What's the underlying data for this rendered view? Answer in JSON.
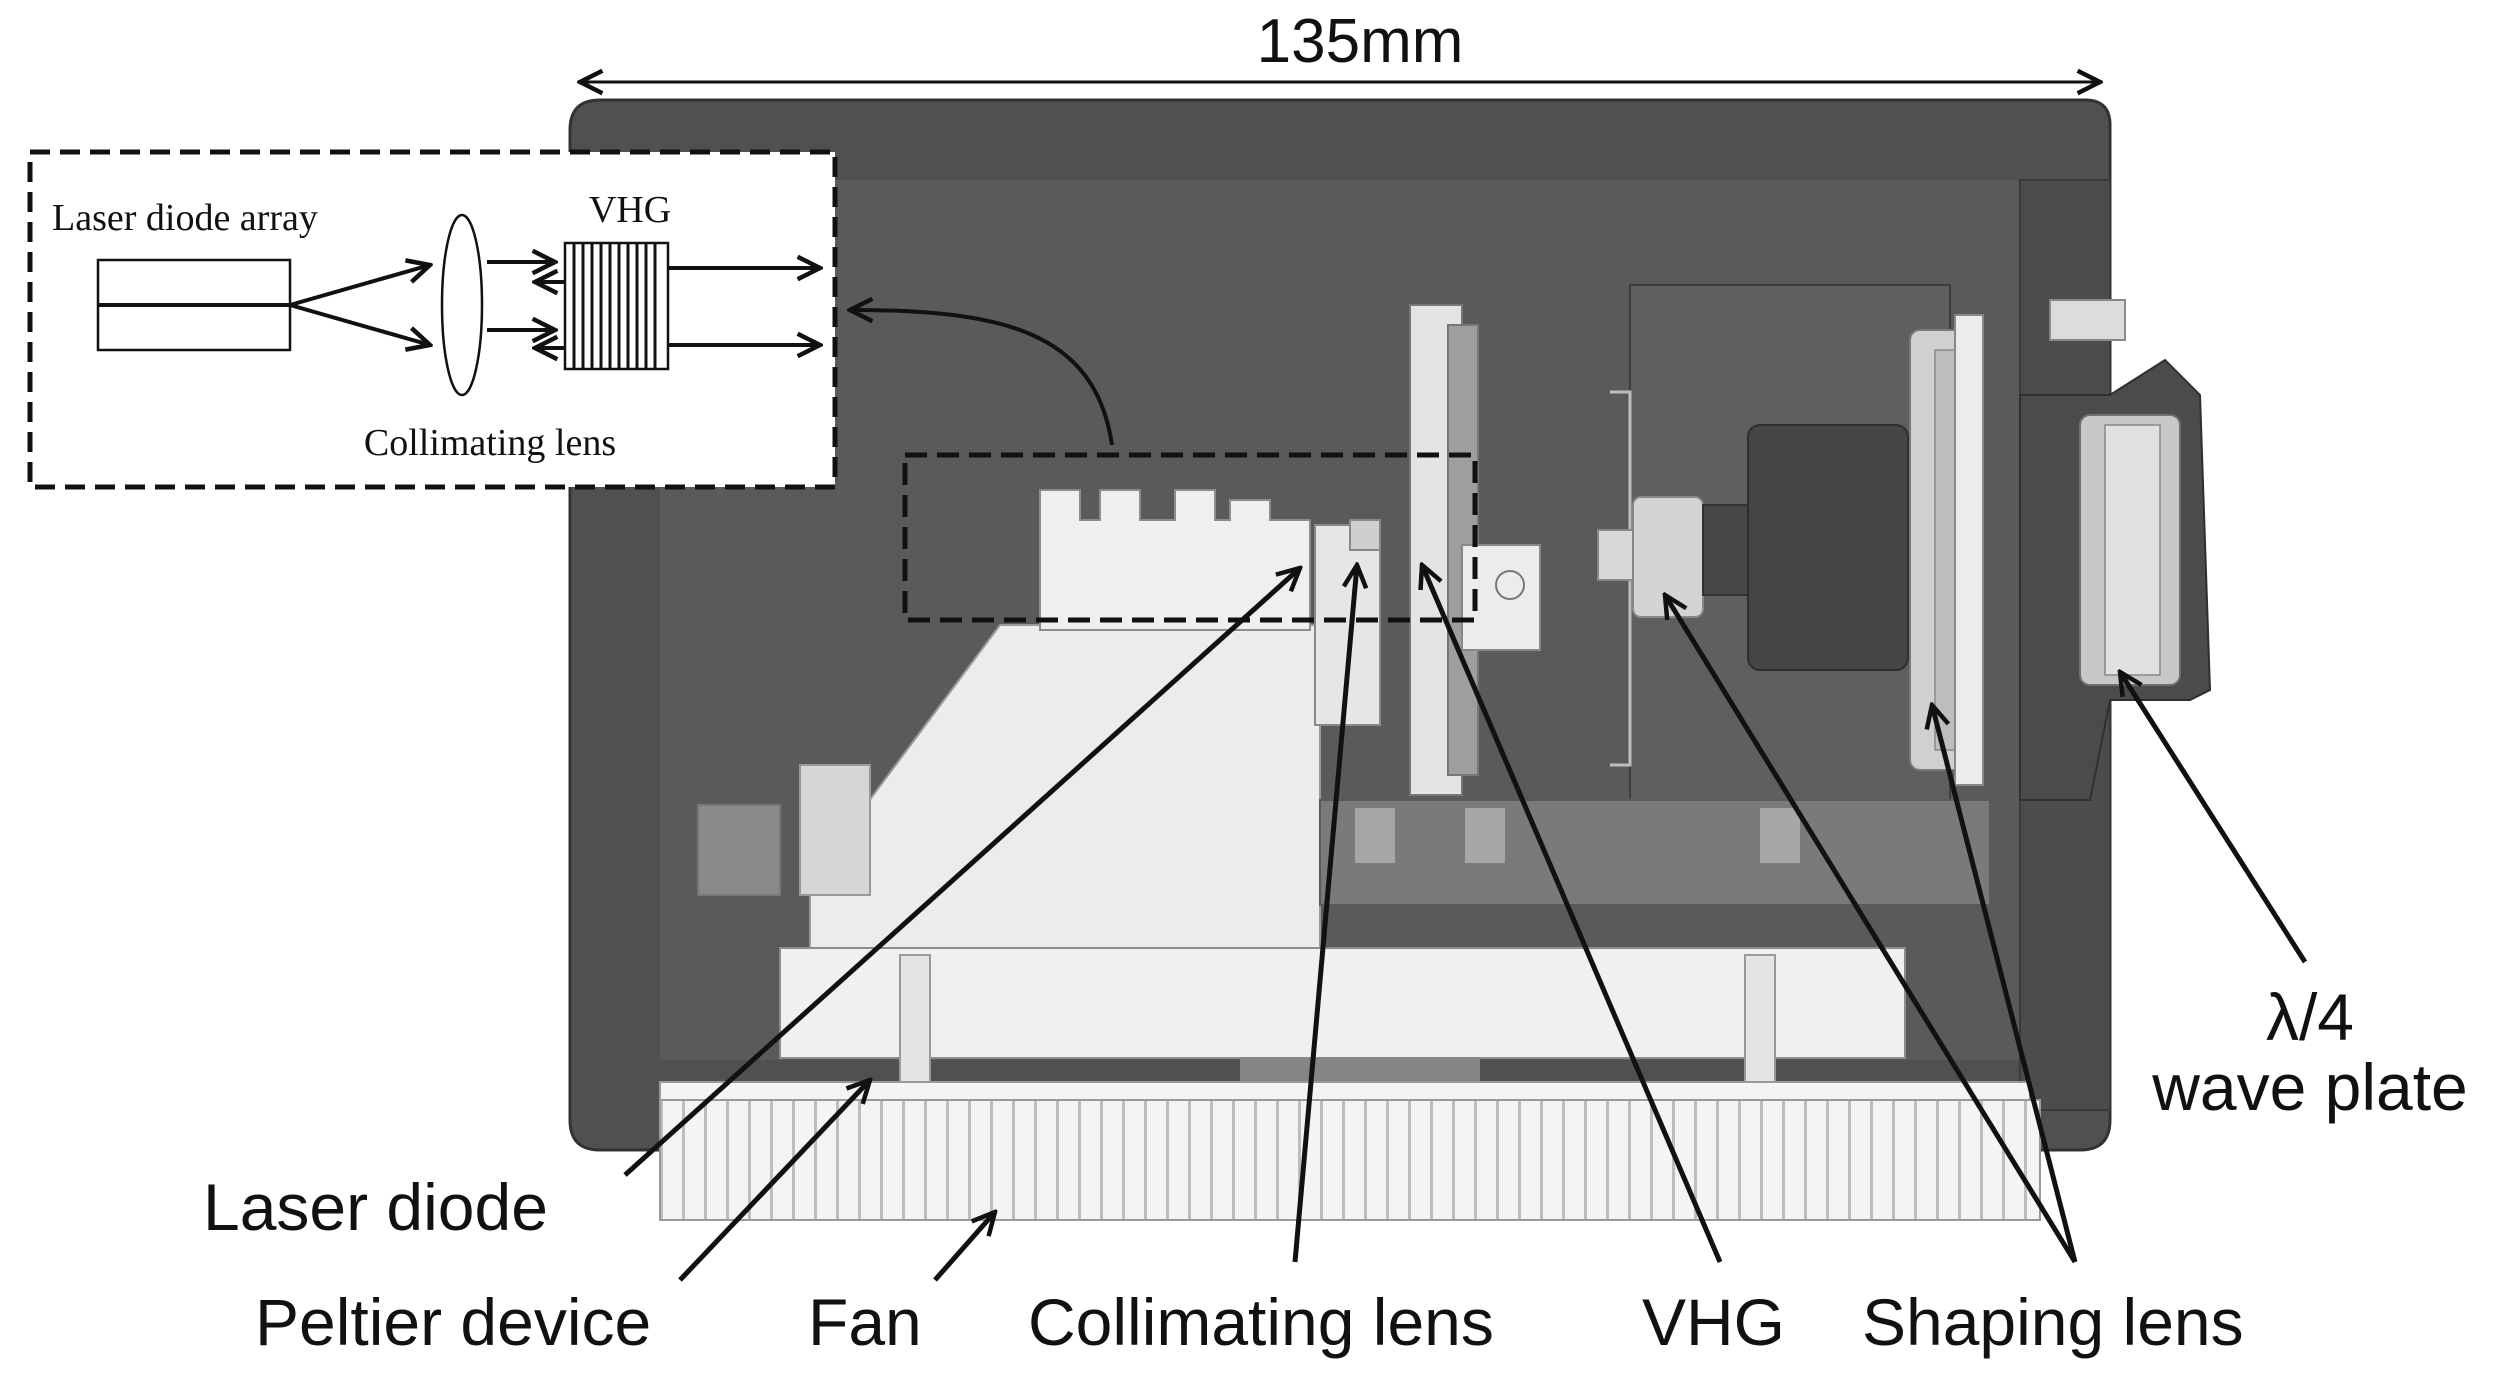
{
  "dimension": {
    "label": "135mm"
  },
  "inset": {
    "laser_array_label": "Laser diode array",
    "vhg_label": "VHG",
    "lens_label": "Collimating lens"
  },
  "labels": {
    "laser_diode": "Laser diode",
    "peltier": "Peltier device",
    "fan": "Fan",
    "collimating_lens": "Collimating lens",
    "vhg": "VHG",
    "shaping_lens": "Shaping lens",
    "wave_plate_line1": "λ/4",
    "wave_plate_line2": "wave plate"
  },
  "colors": {
    "housing": "#505050",
    "housing_inner": "#5a5a5a",
    "component_light": "#ececec",
    "component_mid": "#bdbdbd",
    "ink": "#111111"
  }
}
